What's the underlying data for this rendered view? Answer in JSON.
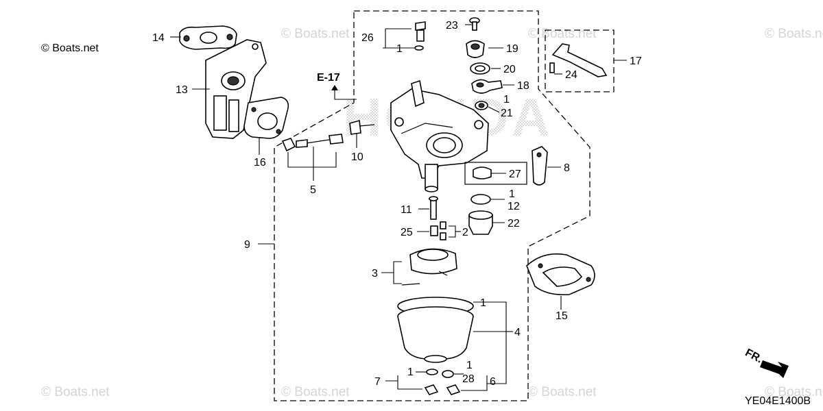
{
  "copyright": "© Boats.net",
  "watermarks": [
    "© Boats.net",
    "© Boats.net",
    "© Boats.net",
    "© Boats.net",
    "© Boats.net",
    "© Boats.net",
    "© Boats.net",
    "© Boats.net"
  ],
  "brand_watermark": "HONDA",
  "section_ref": "E-17",
  "fr_marker": "FR.",
  "diagram_code": "YE04E1400B",
  "callouts": {
    "c14": "14",
    "c13": "13",
    "c16": "16",
    "c5": "5",
    "c10": "10",
    "c9": "9",
    "c26": "26",
    "c1a": "1",
    "c23": "23",
    "c19": "19",
    "c20": "20",
    "c18": "18",
    "c1b": "1",
    "c21": "21",
    "c17": "17",
    "c24": "24",
    "c27": "27",
    "c8": "8",
    "c11": "11",
    "c1c": "1",
    "c12": "12",
    "c25": "25",
    "c2": "2",
    "c22": "22",
    "c3": "3",
    "c15": "15",
    "c1d": "1",
    "c4": "4",
    "c7": "7",
    "c1e": "1",
    "c1f": "1",
    "c28": "28",
    "c6": "6"
  },
  "colors": {
    "line": "#000000",
    "watermark": "#d4d4d4",
    "background": "#ffffff"
  }
}
